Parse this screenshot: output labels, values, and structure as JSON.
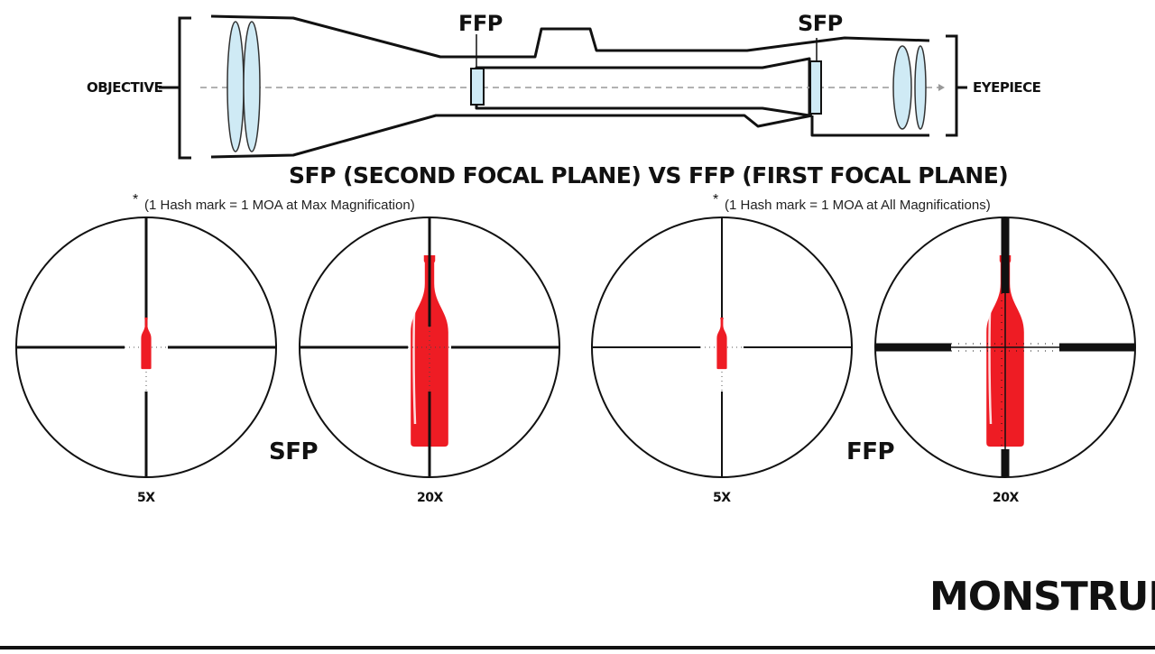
{
  "scope": {
    "objective_label": "OBJECTIVE",
    "eyepiece_label": "EYEPIECE",
    "ffp_label": "FFP",
    "sfp_label": "SFP"
  },
  "title": "SFP (SECOND FOCAL PLANE) VS FFP (FIRST FOCAL PLANE)",
  "sfp_panel": {
    "note_marker": "*",
    "note": "(1 Hash mark = 1 MOA at Max Magnification)",
    "panel_label": "SFP",
    "low_mag_label": "5X",
    "high_mag_label": "20X"
  },
  "ffp_panel": {
    "note_marker": "*",
    "note": "(1 Hash mark = 1 MOA at All Magnifications)",
    "panel_label": "FFP",
    "low_mag_label": "5X",
    "high_mag_label": "20X"
  },
  "brand": {
    "name": "MONSTRUM",
    "mark": "®"
  },
  "colors": {
    "lens_fill": "#cfeaf5",
    "bottle": "#ee1c24",
    "ink": "#111111",
    "optical_axis": "#999999"
  }
}
